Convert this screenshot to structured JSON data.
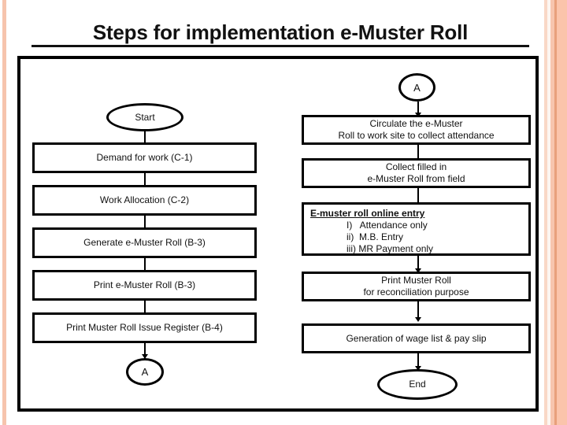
{
  "slide": {
    "title": "Steps for implementation e-Muster Roll",
    "background_color": "#ffffff",
    "frame_color": "#000000",
    "accent_stripe_colors": [
      "#f6c4ad",
      "#f9d8c6",
      "#fdf6f1",
      "#f7c5ae",
      "#e8a07c",
      "#fbc4ab"
    ]
  },
  "chart_data": {
    "type": "diagram",
    "title": "Steps for implementation e-Muster Roll",
    "columns": [
      {
        "name": "left-column",
        "nodes": [
          {
            "id": "start",
            "shape": "oval",
            "label": "Start"
          },
          {
            "id": "l1",
            "shape": "box",
            "label": "Demand for work (C-1)"
          },
          {
            "id": "l2",
            "shape": "box",
            "label": "Work Allocation (C-2)"
          },
          {
            "id": "l3",
            "shape": "box",
            "label": "Generate e-Muster Roll (B-3)"
          },
          {
            "id": "l4",
            "shape": "box",
            "label": "Print e-Muster Roll (B-3)"
          },
          {
            "id": "l5",
            "shape": "box",
            "label": "Print Muster Roll Issue Register (B-4)"
          },
          {
            "id": "connA-out",
            "shape": "oval",
            "label": "A"
          }
        ]
      },
      {
        "name": "right-column",
        "nodes": [
          {
            "id": "connA-in",
            "shape": "oval",
            "label": "A"
          },
          {
            "id": "r1",
            "shape": "box",
            "label": "Circulate the e-Muster\nRoll to work site to collect attendance"
          },
          {
            "id": "r2",
            "shape": "box",
            "label": "Collect filled in\ne-Muster Roll from field"
          },
          {
            "id": "r3",
            "shape": "list-box",
            "label": "E-muster roll online entry"
          },
          {
            "id": "r4",
            "shape": "box",
            "label": "Print Muster Roll\nfor reconciliation purpose"
          },
          {
            "id": "r5",
            "shape": "box",
            "label": "Generation of wage list & pay slip"
          },
          {
            "id": "end",
            "shape": "oval",
            "label": "End"
          }
        ]
      }
    ]
  },
  "left": {
    "start": "Start",
    "demand_for_work": "Demand for work (C-1)",
    "work_allocation": "Work Allocation (C-2)",
    "generate_emuster_roll": "Generate e-Muster Roll (B-3)",
    "print_emuster_roll": "Print e-Muster Roll (B-3)",
    "print_issue_register": "Print Muster Roll Issue Register (B-4)",
    "connector_a": "A"
  },
  "right": {
    "connector_a": "A",
    "circulate_line1": "Circulate the e-Muster",
    "circulate_line2": "Roll to work site to collect attendance",
    "collect_line1": "Collect filled in",
    "collect_line2": "e-Muster Roll from field",
    "online_entry_heading": "E-muster roll online entry",
    "online_entry_item1": "I)   Attendance only",
    "online_entry_item2": "ii)  M.B. Entry",
    "online_entry_item3": "iii) MR Payment only",
    "print_reconcile_line1": "Print Muster Roll",
    "print_reconcile_line2": "for reconciliation purpose",
    "wage_list": "Generation of wage list & pay slip",
    "end": "End"
  }
}
